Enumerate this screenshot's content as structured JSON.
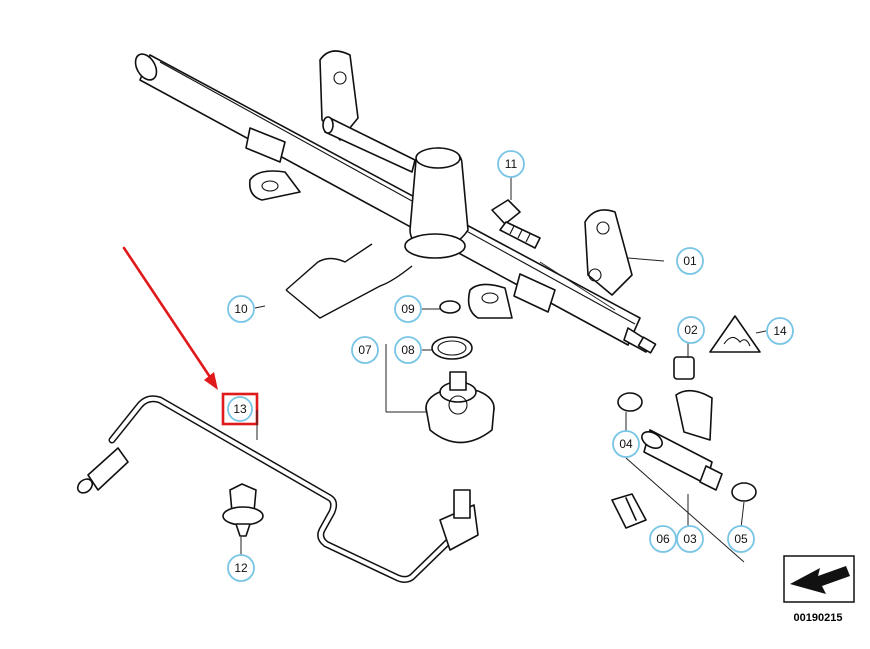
{
  "diagram": {
    "reference_code": "00190215",
    "highlighted_part": "13",
    "highlight_color": "#e0191b",
    "callout_color": "#79c5e6",
    "callouts": [
      {
        "id": "c01",
        "label": "01"
      },
      {
        "id": "c02",
        "label": "02"
      },
      {
        "id": "c03",
        "label": "03"
      },
      {
        "id": "c04",
        "label": "04"
      },
      {
        "id": "c05",
        "label": "05"
      },
      {
        "id": "c06",
        "label": "06"
      },
      {
        "id": "c07",
        "label": "07"
      },
      {
        "id": "c08",
        "label": "08"
      },
      {
        "id": "c09",
        "label": "09"
      },
      {
        "id": "c10",
        "label": "10"
      },
      {
        "id": "c11",
        "label": "11"
      },
      {
        "id": "c12",
        "label": "12"
      },
      {
        "id": "c13",
        "label": "13"
      },
      {
        "id": "c14",
        "label": "14"
      }
    ]
  }
}
